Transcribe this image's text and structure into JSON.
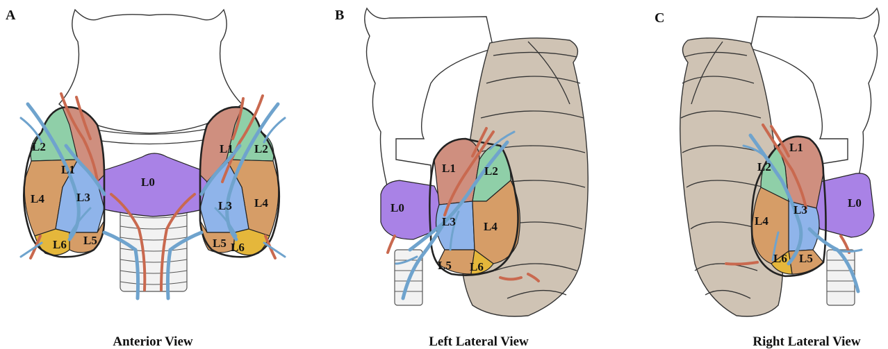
{
  "panels": [
    {
      "letter": "A",
      "caption": "Anterior View"
    },
    {
      "letter": "B",
      "caption": "Left Lateral View"
    },
    {
      "letter": "C",
      "caption": "Right Lateral View"
    }
  ],
  "lobes": {
    "L0": "L0",
    "L1": "L1",
    "L2": "L2",
    "L3": "L3",
    "L4": "L4",
    "L5": "L5",
    "L6": "L6"
  },
  "colors": {
    "L0": "#a982e6",
    "L1": "#cf8f7f",
    "L2": "#8fcfa8",
    "L3": "#8fb4ea",
    "L4": "#d69d67",
    "L5": "#d69d67",
    "L6": "#e5b73b",
    "vein": "#6fa3cd",
    "artery": "#c9694f",
    "muscle": "#cfc3b4"
  }
}
